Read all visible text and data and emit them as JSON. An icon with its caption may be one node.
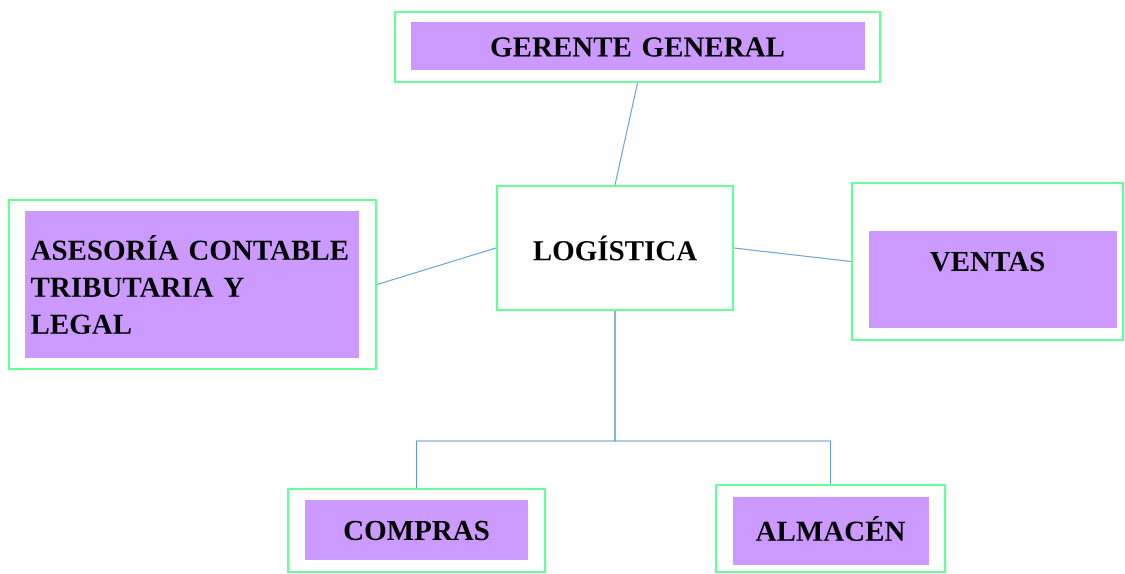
{
  "diagram": {
    "nodes": [
      {
        "text": [
          "GERENTE GENERAL"
        ]
      },
      {
        "text": [
          "ASESORÍA CONTABLE TRIBUTARIA Y LEGAL"
        ]
      },
      {
        "text": [
          "LOGÍSTICA"
        ]
      },
      {
        "text": [
          "VENTAS"
        ]
      },
      {
        "text": [
          "COMPRAS"
        ]
      },
      {
        "text": [
          "ALMACÉN"
        ]
      }
    ],
    "edges": [
      {
        "from": 0,
        "to": 2,
        "arrow": "none"
      },
      {
        "from": 1,
        "to": 2,
        "arrow": "none"
      },
      {
        "from": 2,
        "to": 3,
        "arrow": "none"
      },
      {
        "from": 2,
        "to": 4,
        "arrow": "none"
      },
      {
        "from": 2,
        "to": 5,
        "arrow": "none"
      }
    ]
  }
}
